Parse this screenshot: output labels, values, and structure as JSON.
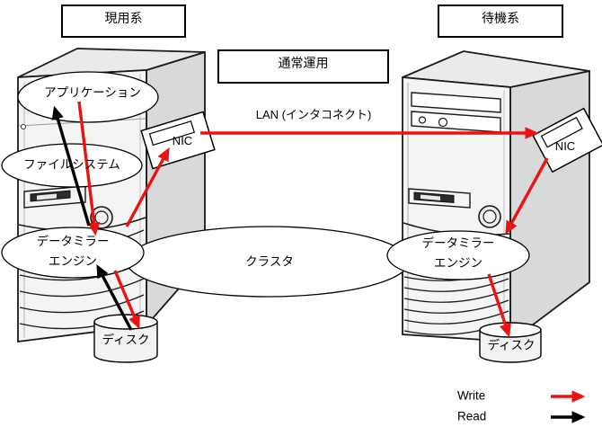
{
  "diagram": {
    "boxes": {
      "active": "現用系",
      "standby": "待機系",
      "operation": "通常運用"
    },
    "network": {
      "lan_label": "LAN (インタコネクト)",
      "nic_left": "NIC",
      "nic_right": "NIC"
    },
    "cluster_label": "クラスタ",
    "left_server": {
      "application": "アプリケーション",
      "filesystem": "ファイルシステム",
      "mirror_engine": {
        "line1": "データミラー",
        "line2": "エンジン"
      },
      "disk": "ディスク"
    },
    "right_server": {
      "mirror_engine": {
        "line1": "データミラー",
        "line2": "エンジン"
      },
      "disk": "ディスク"
    },
    "legend": {
      "write": "Write",
      "read": "Read"
    },
    "colors": {
      "write_arrow": "#ee1111",
      "read_arrow": "#000000"
    }
  }
}
